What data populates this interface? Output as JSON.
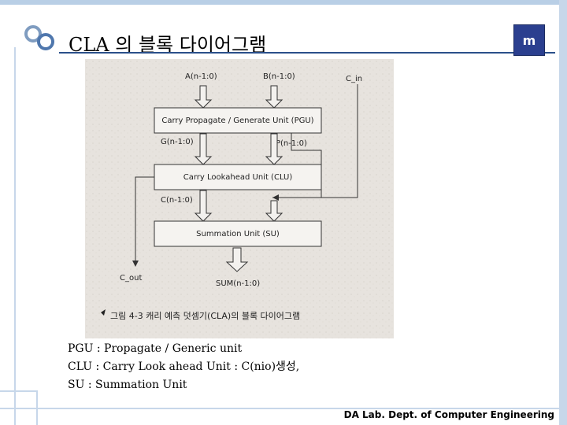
{
  "header": {
    "title": "CLA 의 블록 다이어그램",
    "logo_text": "m",
    "accent_color": "#2a4f8a"
  },
  "diagram": {
    "inputs": {
      "a": "A(n-1:0)",
      "b": "B(n-1:0)",
      "cin": "C_in"
    },
    "blocks": {
      "pgu": "Carry  Propagate / Generate  Unit  (PGU)",
      "clu": "Carry  Lookahead  Unit (CLU)",
      "su": "Summation  Unit (SU)"
    },
    "signals": {
      "g": "G(n-1:0)",
      "p": "P(n-1:0)",
      "c": "C(n-1:0)"
    },
    "outputs": {
      "cout": "C_out",
      "sum": "SUM(n-1:0)"
    },
    "caption": "그림 4-3   캐리  예측  덧셈기(CLA)의  블록  다이어그램"
  },
  "description": {
    "line1": "PGU : Propagate / Generic unit",
    "line2": "CLU : Carry Look ahead Unit : C(nio)생성,",
    "line3": "SU : Summation Unit"
  },
  "footer": {
    "lab": "DA Lab. Dept. of Computer Engineering"
  }
}
